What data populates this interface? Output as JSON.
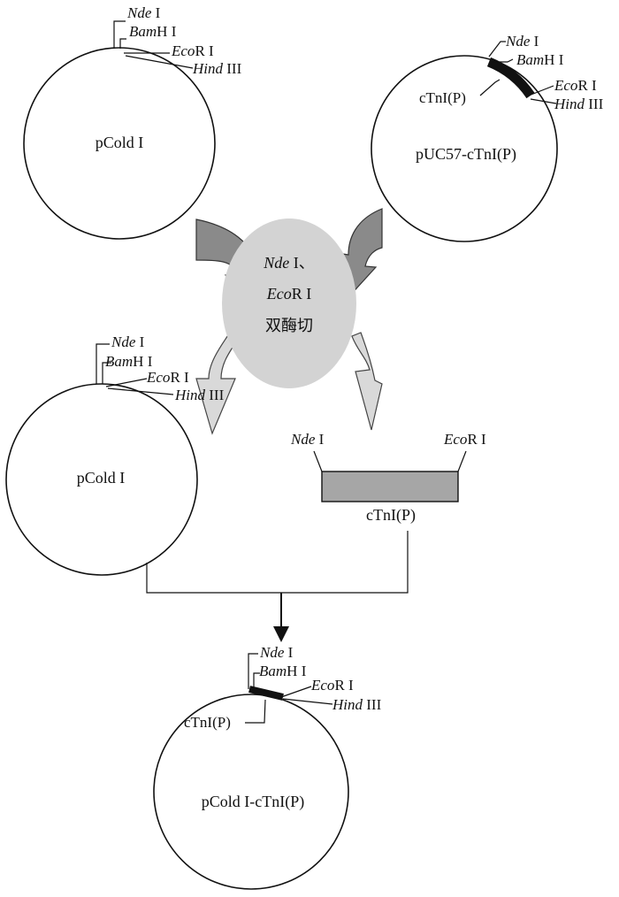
{
  "enzymes": {
    "nde": {
      "italic": "Nde",
      "suffix": " I"
    },
    "bam": {
      "italic": "Bam",
      "suffix": "H I"
    },
    "eco": {
      "italic": "Eco",
      "suffix": "R I"
    },
    "hind": {
      "italic": "Hind",
      "suffix": " III"
    }
  },
  "plasmid_top_left": {
    "name": "pCold I"
  },
  "plasmid_top_right": {
    "name": "pUC57-cTnI(P)",
    "insert_label": "cTnI(P)"
  },
  "digest": {
    "line1_italic": "Nde",
    "line1_suffix": " I、",
    "line2_italic": "Eco",
    "line2_suffix": "R I",
    "line3": "双酶切"
  },
  "plasmid_mid_left": {
    "name": "pCold I"
  },
  "fragment": {
    "left_italic": "Nde",
    "left_suffix": " I",
    "right_italic": "Eco",
    "right_suffix": "R I",
    "label": "cTnI(P)"
  },
  "plasmid_bottom": {
    "name": "pCold I-cTnI(P)",
    "insert_label": "cTnI(P)"
  },
  "colors": {
    "ellipse": "#d3d3d3",
    "dark_arrow": "#8a8a8a",
    "light_arrow": "#d9d9d9",
    "fragment_box": "#a6a6a6",
    "insert_band": "#111111"
  }
}
